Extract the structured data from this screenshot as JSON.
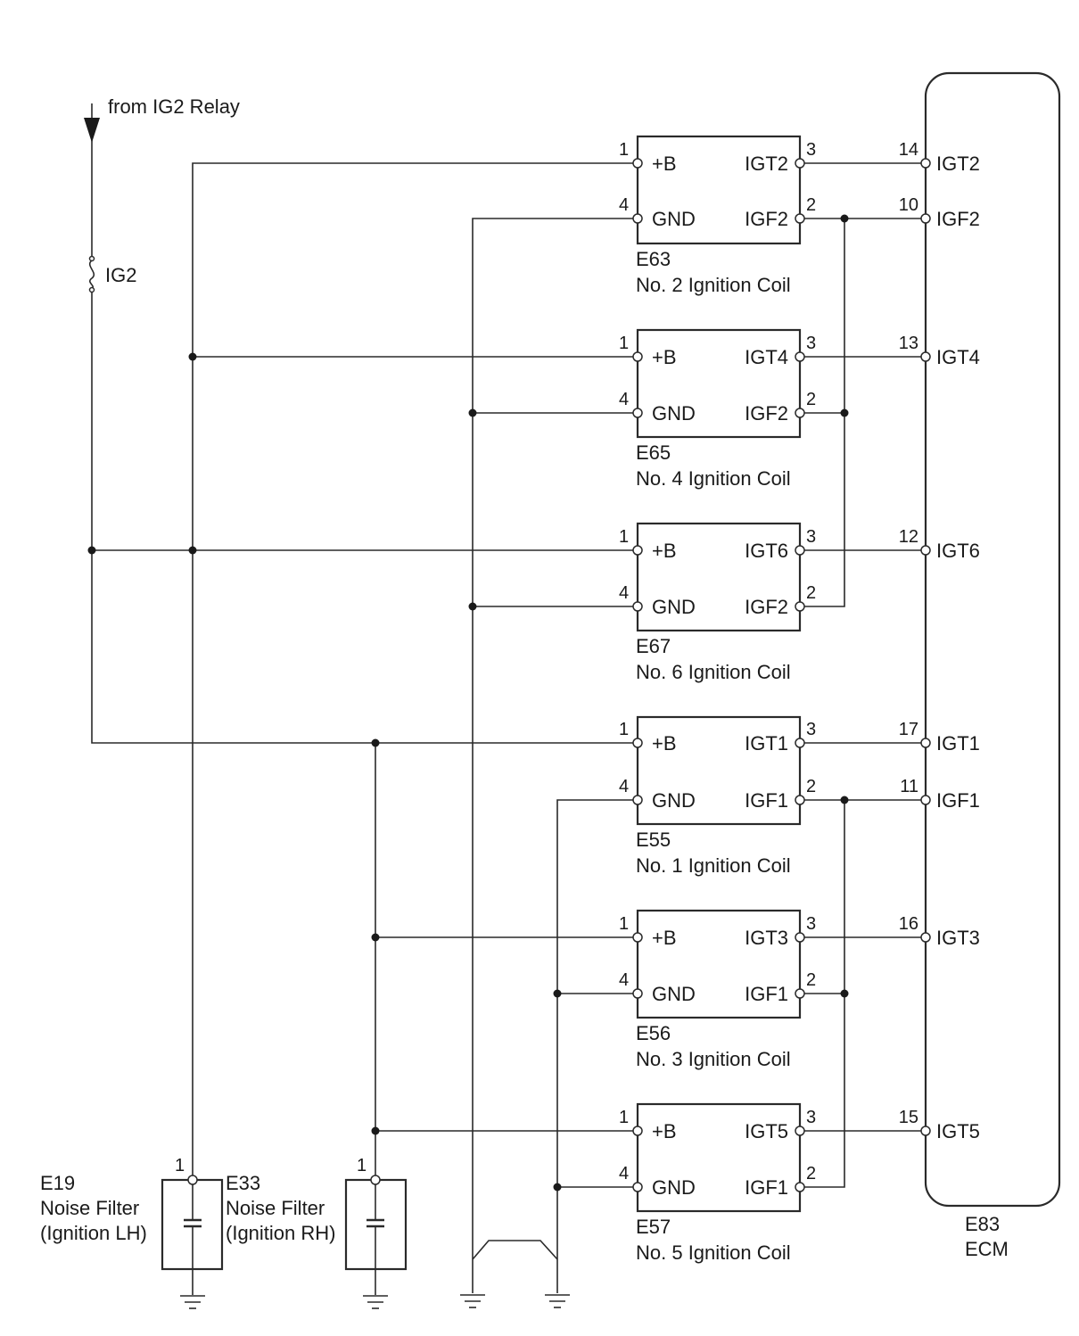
{
  "supply": {
    "source_label": "from IG2 Relay",
    "fuse_label": "IG2"
  },
  "ecm": {
    "id": "E83",
    "name": "ECM"
  },
  "coils": [
    {
      "id": "E63",
      "name": "No. 2 Ignition Coil",
      "b": "+B",
      "gnd": "GND",
      "igt": "IGT2",
      "igf": "IGF2",
      "pin_b": "1",
      "pin_gnd": "4",
      "pin_igt": "3",
      "pin_igf": "2"
    },
    {
      "id": "E65",
      "name": "No. 4 Ignition Coil",
      "b": "+B",
      "gnd": "GND",
      "igt": "IGT4",
      "igf": "IGF2",
      "pin_b": "1",
      "pin_gnd": "4",
      "pin_igt": "3",
      "pin_igf": "2"
    },
    {
      "id": "E67",
      "name": "No. 6 Ignition Coil",
      "b": "+B",
      "gnd": "GND",
      "igt": "IGT6",
      "igf": "IGF2",
      "pin_b": "1",
      "pin_gnd": "4",
      "pin_igt": "3",
      "pin_igf": "2"
    },
    {
      "id": "E55",
      "name": "No. 1 Ignition Coil",
      "b": "+B",
      "gnd": "GND",
      "igt": "IGT1",
      "igf": "IGF1",
      "pin_b": "1",
      "pin_gnd": "4",
      "pin_igt": "3",
      "pin_igf": "2"
    },
    {
      "id": "E56",
      "name": "No. 3 Ignition Coil",
      "b": "+B",
      "gnd": "GND",
      "igt": "IGT3",
      "igf": "IGF1",
      "pin_b": "1",
      "pin_gnd": "4",
      "pin_igt": "3",
      "pin_igf": "2"
    },
    {
      "id": "E57",
      "name": "No. 5 Ignition Coil",
      "b": "+B",
      "gnd": "GND",
      "igt": "IGT5",
      "igf": "IGF1",
      "pin_b": "1",
      "pin_gnd": "4",
      "pin_igt": "3",
      "pin_igf": "2"
    }
  ],
  "ecm_pins": [
    {
      "pin": "14",
      "label": "IGT2"
    },
    {
      "pin": "10",
      "label": "IGF2"
    },
    {
      "pin": "13",
      "label": "IGT4"
    },
    {
      "pin": "12",
      "label": "IGT6"
    },
    {
      "pin": "17",
      "label": "IGT1"
    },
    {
      "pin": "11",
      "label": "IGF1"
    },
    {
      "pin": "16",
      "label": "IGT3"
    },
    {
      "pin": "15",
      "label": "IGT5"
    }
  ],
  "filters": [
    {
      "id": "E19",
      "name_line1": "Noise Filter",
      "name_line2": "(Ignition LH)",
      "pin": "1"
    },
    {
      "id": "E33",
      "name_line1": "Noise Filter",
      "name_line2": "(Ignition RH)",
      "pin": "1"
    }
  ]
}
